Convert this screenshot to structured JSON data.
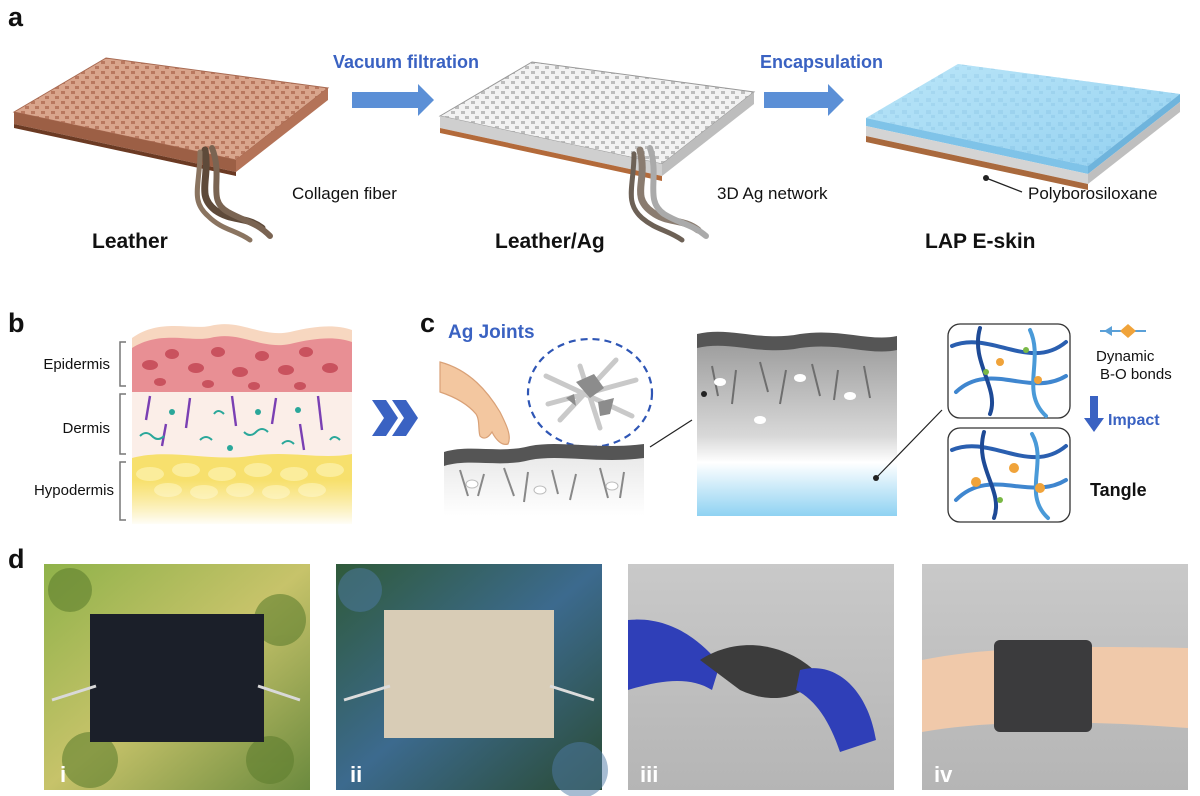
{
  "panel_a": {
    "label": "a",
    "arrow1_text": "Vacuum filtration",
    "arrow2_text": "Encapsulation",
    "stage1": {
      "title": "Leather",
      "callout": "Collagen fiber"
    },
    "stage2": {
      "title": "Leather/Ag",
      "callout": "3D Ag network"
    },
    "stage3": {
      "title": "LAP E-skin",
      "callout": "Polyborosiloxane"
    }
  },
  "panel_b": {
    "label": "b",
    "layers": [
      "Epidermis",
      "Dermis",
      "Hypodermis"
    ]
  },
  "panel_c": {
    "label": "c",
    "joints_title": "Ag Joints",
    "bonds_text": [
      "Dynamic",
      "B-O bonds"
    ],
    "impact_text": "Impact",
    "tangle_text": "Tangle"
  },
  "panel_d": {
    "label": "d",
    "photos": [
      "i",
      "ii",
      "iii",
      "iv"
    ]
  },
  "colors": {
    "accent_blue": "#3a62c2",
    "arrow_blue": "#5b8fd6",
    "leather": "#d39a80",
    "silver": "#d9d9d9",
    "encapsulant": "#9fd3f0"
  }
}
